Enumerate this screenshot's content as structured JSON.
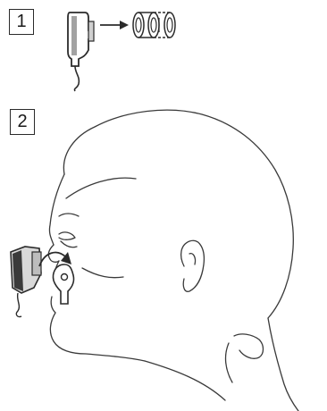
{
  "steps": [
    {
      "number": "1"
    },
    {
      "number": "2"
    }
  ],
  "colors": {
    "line": "#3a3a3a",
    "device_dark": "#2b2b2b",
    "device_mid": "#8c8c8c",
    "device_light": "#d9d9d9"
  },
  "icons": [
    "device-icon",
    "arrow-right-icon",
    "adapter-icon",
    "head-profile-illustration",
    "curved-arrow-icon",
    "mouthpiece-icon"
  ]
}
